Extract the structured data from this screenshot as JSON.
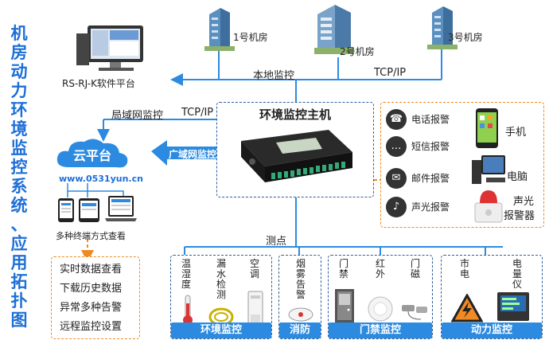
{
  "title_chars": [
    "机",
    "房",
    "动",
    "力",
    "环",
    "境",
    "监",
    "控",
    "系",
    "统",
    "、",
    "应",
    "用",
    "拓",
    "扑",
    "图"
  ],
  "rooms": [
    "1号机房",
    "2号机房",
    "3号机房"
  ],
  "software_platform": "RS-RJ-K软件平台",
  "local_monitor": "本地监控",
  "tcpip_top": "TCP/IP",
  "lan_monitor": "局域网监控",
  "tcpip_mid": "TCP/IP",
  "host_title": "环境监控主机",
  "wan_monitor": "广域网监控",
  "cloud": {
    "name": "云平台",
    "url": "www.0531yun.cn"
  },
  "terminals_label": "多种终端方式查看",
  "cloud_features": [
    "实时数据查看",
    "下载历史数据",
    "异常多种告警",
    "远程监控设置"
  ],
  "alarms": [
    {
      "label": "电话报警",
      "icon": "phone-icon",
      "glyph": "☎"
    },
    {
      "label": "短信报警",
      "icon": "sms-icon",
      "glyph": "…"
    },
    {
      "label": "邮件报警",
      "icon": "mail-icon",
      "glyph": "✉"
    },
    {
      "label": "声光报警",
      "icon": "bell-icon",
      "glyph": "♪"
    }
  ],
  "devices": {
    "phone": "手机",
    "computer": "电脑",
    "alarm_device_1": "声光",
    "alarm_device_2": "报警器"
  },
  "measure_points": "测点",
  "groups": {
    "env": {
      "label": "环境监控",
      "sensors": [
        [
          "温",
          "湿",
          "度"
        ],
        [
          "漏",
          "水",
          "检",
          "测"
        ],
        [
          "空",
          "调"
        ]
      ]
    },
    "fire": {
      "label": "消防",
      "sensors": [
        [
          "烟",
          "雾",
          "告",
          "警"
        ]
      ]
    },
    "door": {
      "label": "门禁监控",
      "sensors": [
        [
          "门",
          "禁"
        ],
        [
          "红",
          "外"
        ],
        [
          "门",
          "磁"
        ]
      ]
    },
    "power": {
      "label": "动力监控",
      "sensors": [
        [
          "市",
          "电"
        ],
        [
          "电",
          "量",
          "仪"
        ]
      ]
    }
  },
  "colors": {
    "blue": "#2c8be0",
    "orange": "#f08a24",
    "title": "#1d6fd6"
  }
}
